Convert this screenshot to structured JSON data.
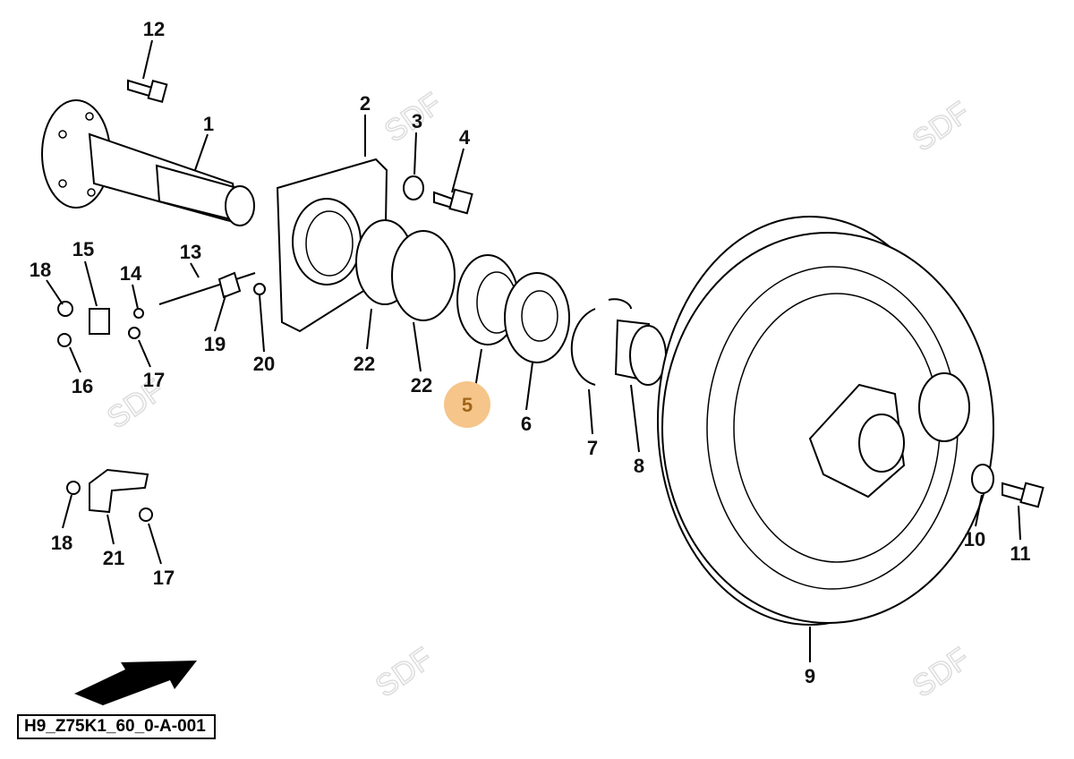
{
  "diagram": {
    "reference_code": "H9_Z75K1_60_0-A-001",
    "watermark": "SDF",
    "highlighted_callout": "5",
    "highlight_color": "#f5c58a",
    "callouts": [
      "12",
      "1",
      "2",
      "3",
      "4",
      "15",
      "13",
      "18",
      "14",
      "19",
      "20",
      "22",
      "22",
      "5",
      "6",
      "7",
      "8",
      "17",
      "16",
      "18",
      "21",
      "17",
      "10",
      "11",
      "9"
    ]
  }
}
